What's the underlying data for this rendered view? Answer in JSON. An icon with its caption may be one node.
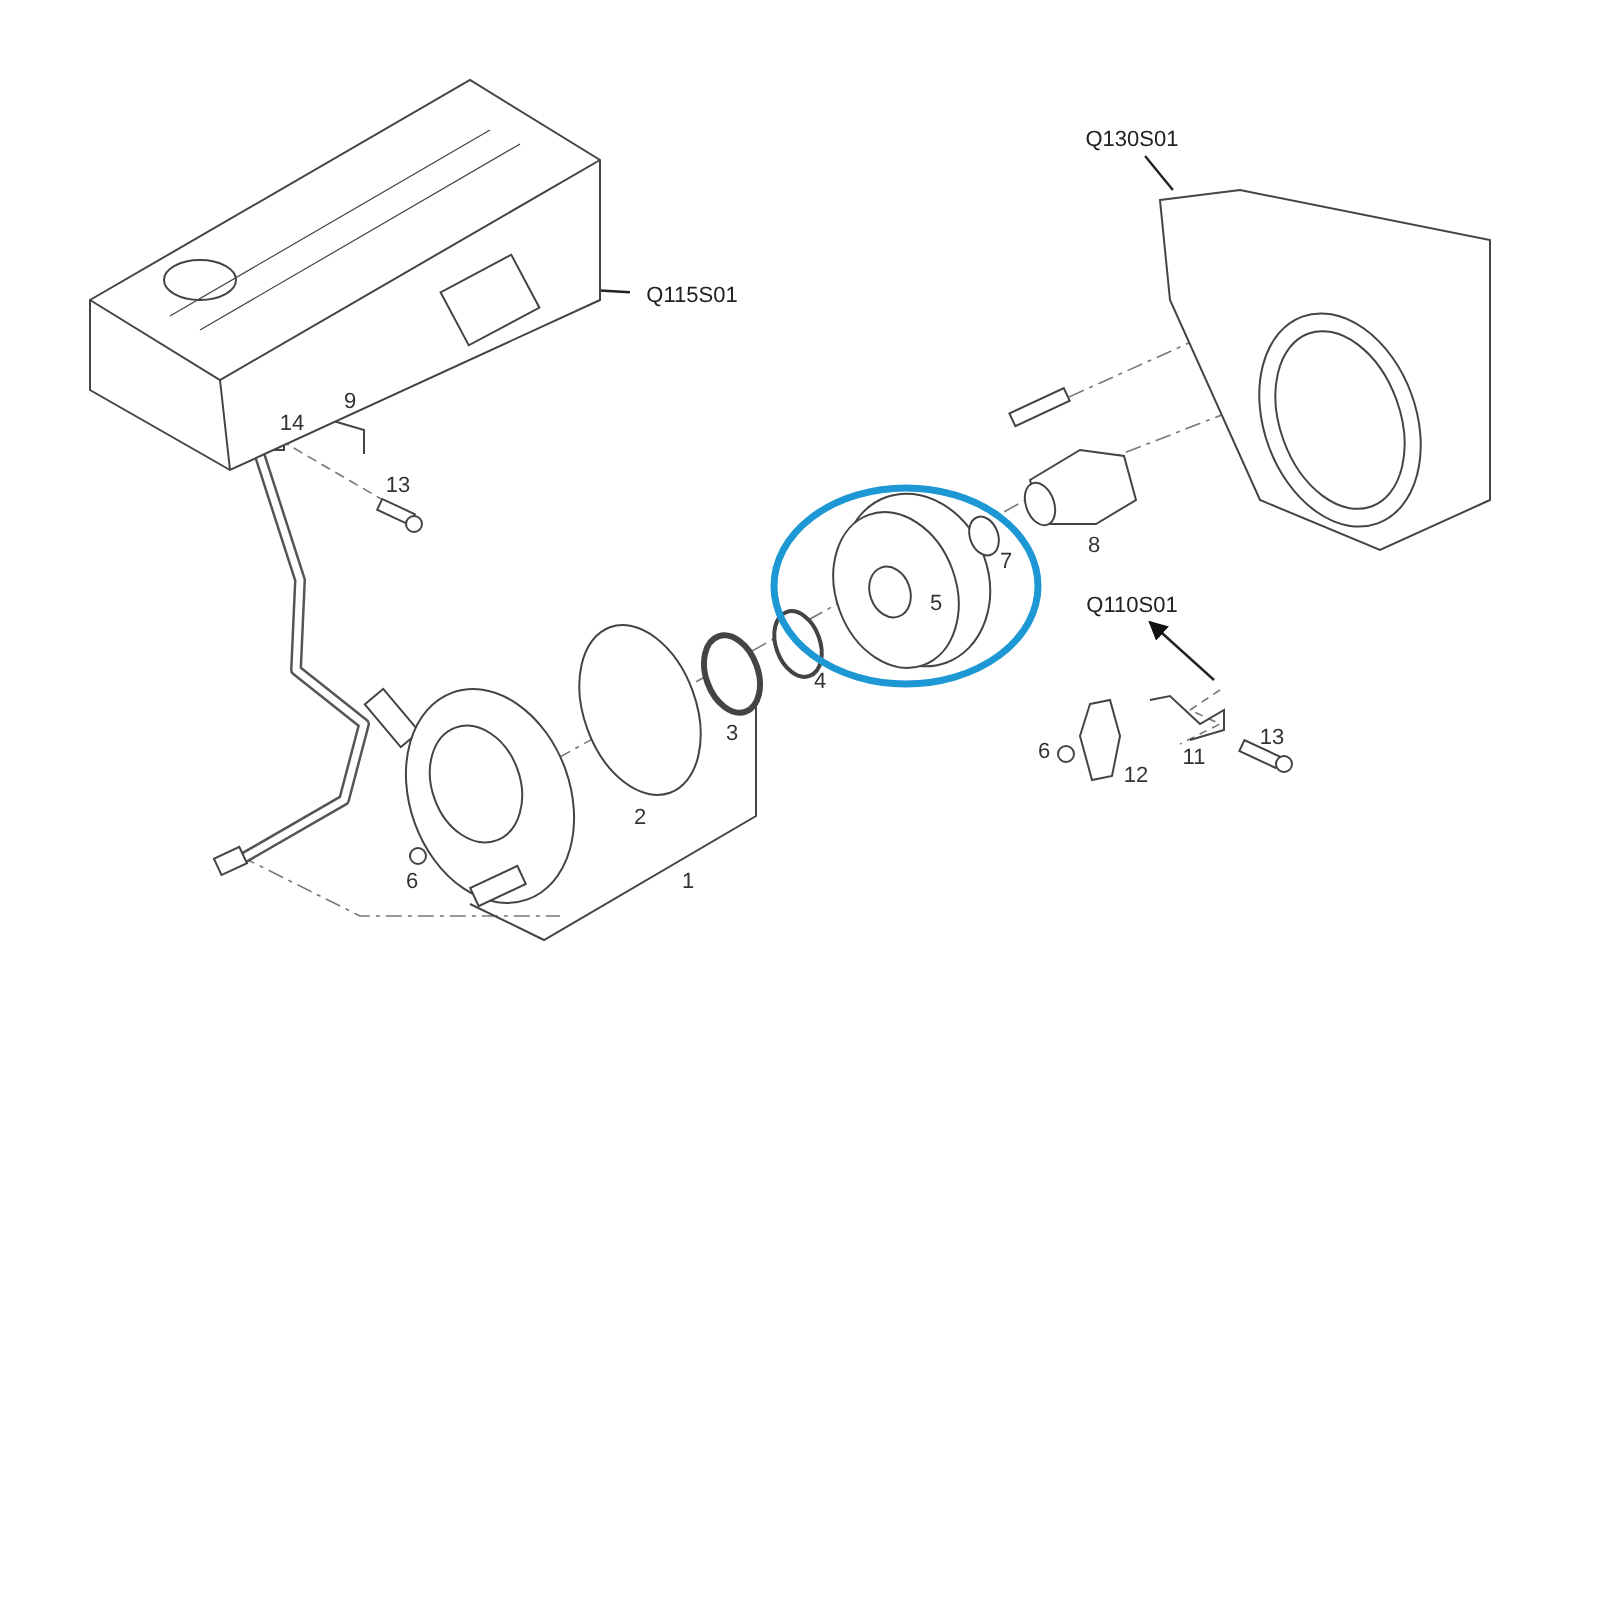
{
  "diagram": {
    "nodes": [
      {
        "text": [
          "Q115S01"
        ]
      },
      {
        "text": [],
        "shape": "picture"
      },
      {
        "text": [
          "Q130S01"
        ]
      },
      {
        "text": [],
        "shape": "picture"
      },
      {
        "text": [
          "Q110S01"
        ]
      }
    ],
    "edges": [
      {
        "from": 0,
        "to": 1,
        "arrow": "none"
      },
      {
        "from": 2,
        "to": 3,
        "arrow": "none"
      },
      {
        "from": null,
        "to": 4,
        "arrow": "to"
      }
    ],
    "labels": [
      "9",
      "14",
      "13",
      "7",
      "8",
      "5",
      "4",
      "3",
      "2",
      "1",
      "6",
      "6",
      "12",
      "11",
      "13"
    ]
  }
}
